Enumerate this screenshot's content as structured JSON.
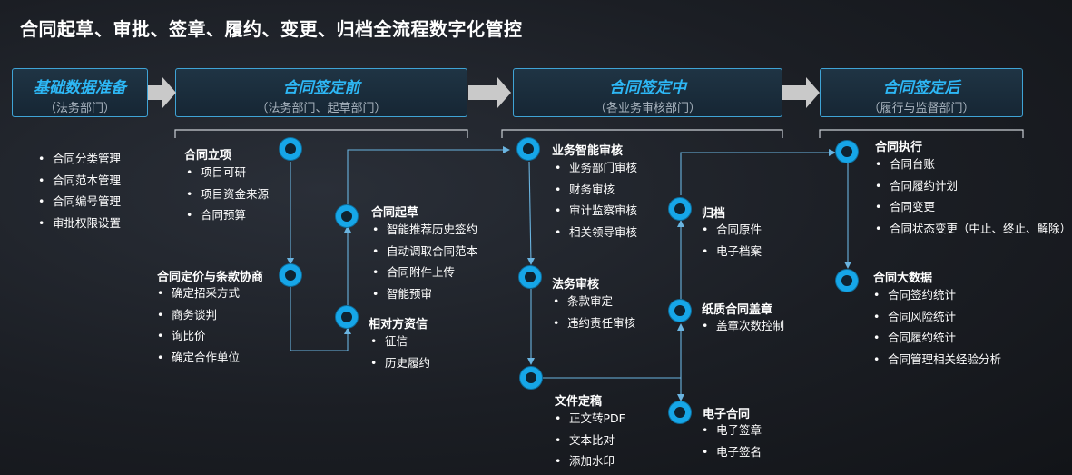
{
  "title": "合同起草、审批、签章、履约、变更、归档全流程数字化管控",
  "phases": {
    "p1": {
      "title": "基础数据准备",
      "sub": "（法务部门）"
    },
    "p2": {
      "title": "合同签定前",
      "sub": "（法务部门、起草部门）"
    },
    "p3": {
      "title": "合同签定中",
      "sub": "（各业务审核部门）"
    },
    "p4": {
      "title": "合同签定后",
      "sub": "（履行与监督部门）"
    }
  },
  "base_items": [
    "合同分类管理",
    "合同范本管理",
    "合同编号管理",
    "审批权限设置"
  ],
  "steps": {
    "lixiang": {
      "heading": "合同立项",
      "items": [
        "项目可研",
        "项目资金来源",
        "合同预算"
      ]
    },
    "dingjia": {
      "heading": "合同定价与条款协商",
      "items": [
        "确定招采方式",
        "商务谈判",
        "询比价",
        "确定合作单位"
      ]
    },
    "qicao": {
      "heading": "合同起草",
      "items": [
        "智能推荐历史签约",
        "自动调取合同范本",
        "合同附件上传",
        "智能预审"
      ]
    },
    "zixin": {
      "heading": "相对方资信",
      "items": [
        "征信",
        "历史履约"
      ]
    },
    "yewu": {
      "heading": "业务智能审核",
      "items": [
        "业务部门审核",
        "财务审核",
        "审计监察审核",
        "相关领导审核"
      ]
    },
    "fawu": {
      "heading": "法务审核",
      "items": [
        "条款审定",
        "违约责任审核"
      ]
    },
    "wenjian": {
      "heading": "文件定稿",
      "items": [
        "正文转PDF",
        "文本比对",
        "添加水印"
      ]
    },
    "guidang": {
      "heading": "归档",
      "items": [
        "合同原件",
        "电子档案"
      ]
    },
    "zhizhi": {
      "heading": "纸质合同盖章",
      "items": [
        "盖章次数控制"
      ]
    },
    "dianzi": {
      "heading": "电子合同",
      "items": [
        "电子签章",
        "电子签名"
      ]
    },
    "zhixing": {
      "heading": "合同执行",
      "items": [
        "合同台账",
        "合同履约计划",
        "合同变更",
        "合同状态变更（中止、终止、解除）"
      ]
    },
    "dashuju": {
      "heading": "合同大数据",
      "items": [
        "合同签约统计",
        "合同风险统计",
        "合同履约统计",
        "合同管理相关经验分析"
      ]
    }
  },
  "colors": {
    "accent": "#16a6e8",
    "phase_title": "#2db7f5",
    "arrow": "#c9c9c9",
    "line": "#5aaee0"
  }
}
